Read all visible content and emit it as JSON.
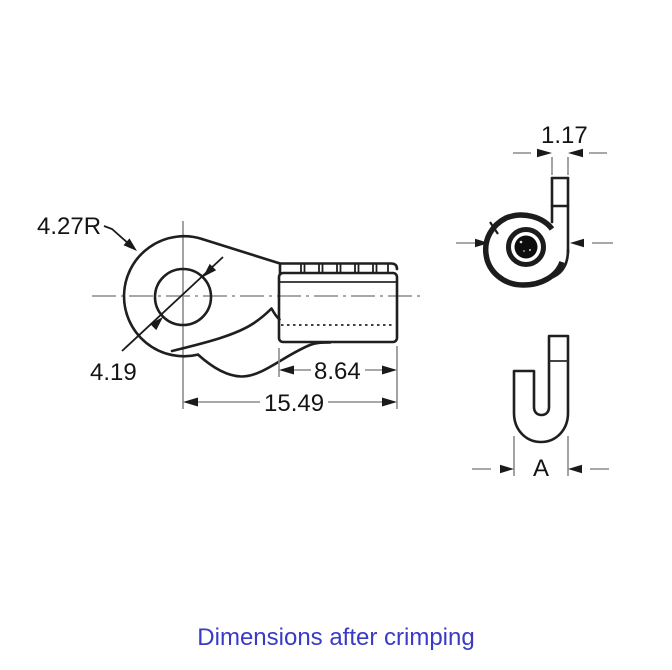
{
  "page": {
    "background": "#ffffff"
  },
  "caption": {
    "text": "Dimensions after crimping",
    "color": "#3a3ac6"
  },
  "drawing": {
    "type": "technical-drawing",
    "subject": "Ring terminal crimp lug with side view and two barrel cross-sections",
    "line_color": "#1f1f1f",
    "aux_line_color": "#8c8c8c",
    "views": [
      {
        "id": "side-view",
        "name": "Terminal side view"
      },
      {
        "id": "crimped-cross-section",
        "name": "Barrel cross-section after crimping with wire"
      },
      {
        "id": "open-cross-section",
        "name": "Open barrel cross-section before crimping"
      }
    ],
    "dimensions": {
      "ring_outer_radius": "4.27R",
      "hole_diameter": "4.19",
      "barrel_length": "8.64",
      "overall_length": "15.49",
      "material_thickness": "1.17",
      "open_barrel_width": "A"
    }
  }
}
